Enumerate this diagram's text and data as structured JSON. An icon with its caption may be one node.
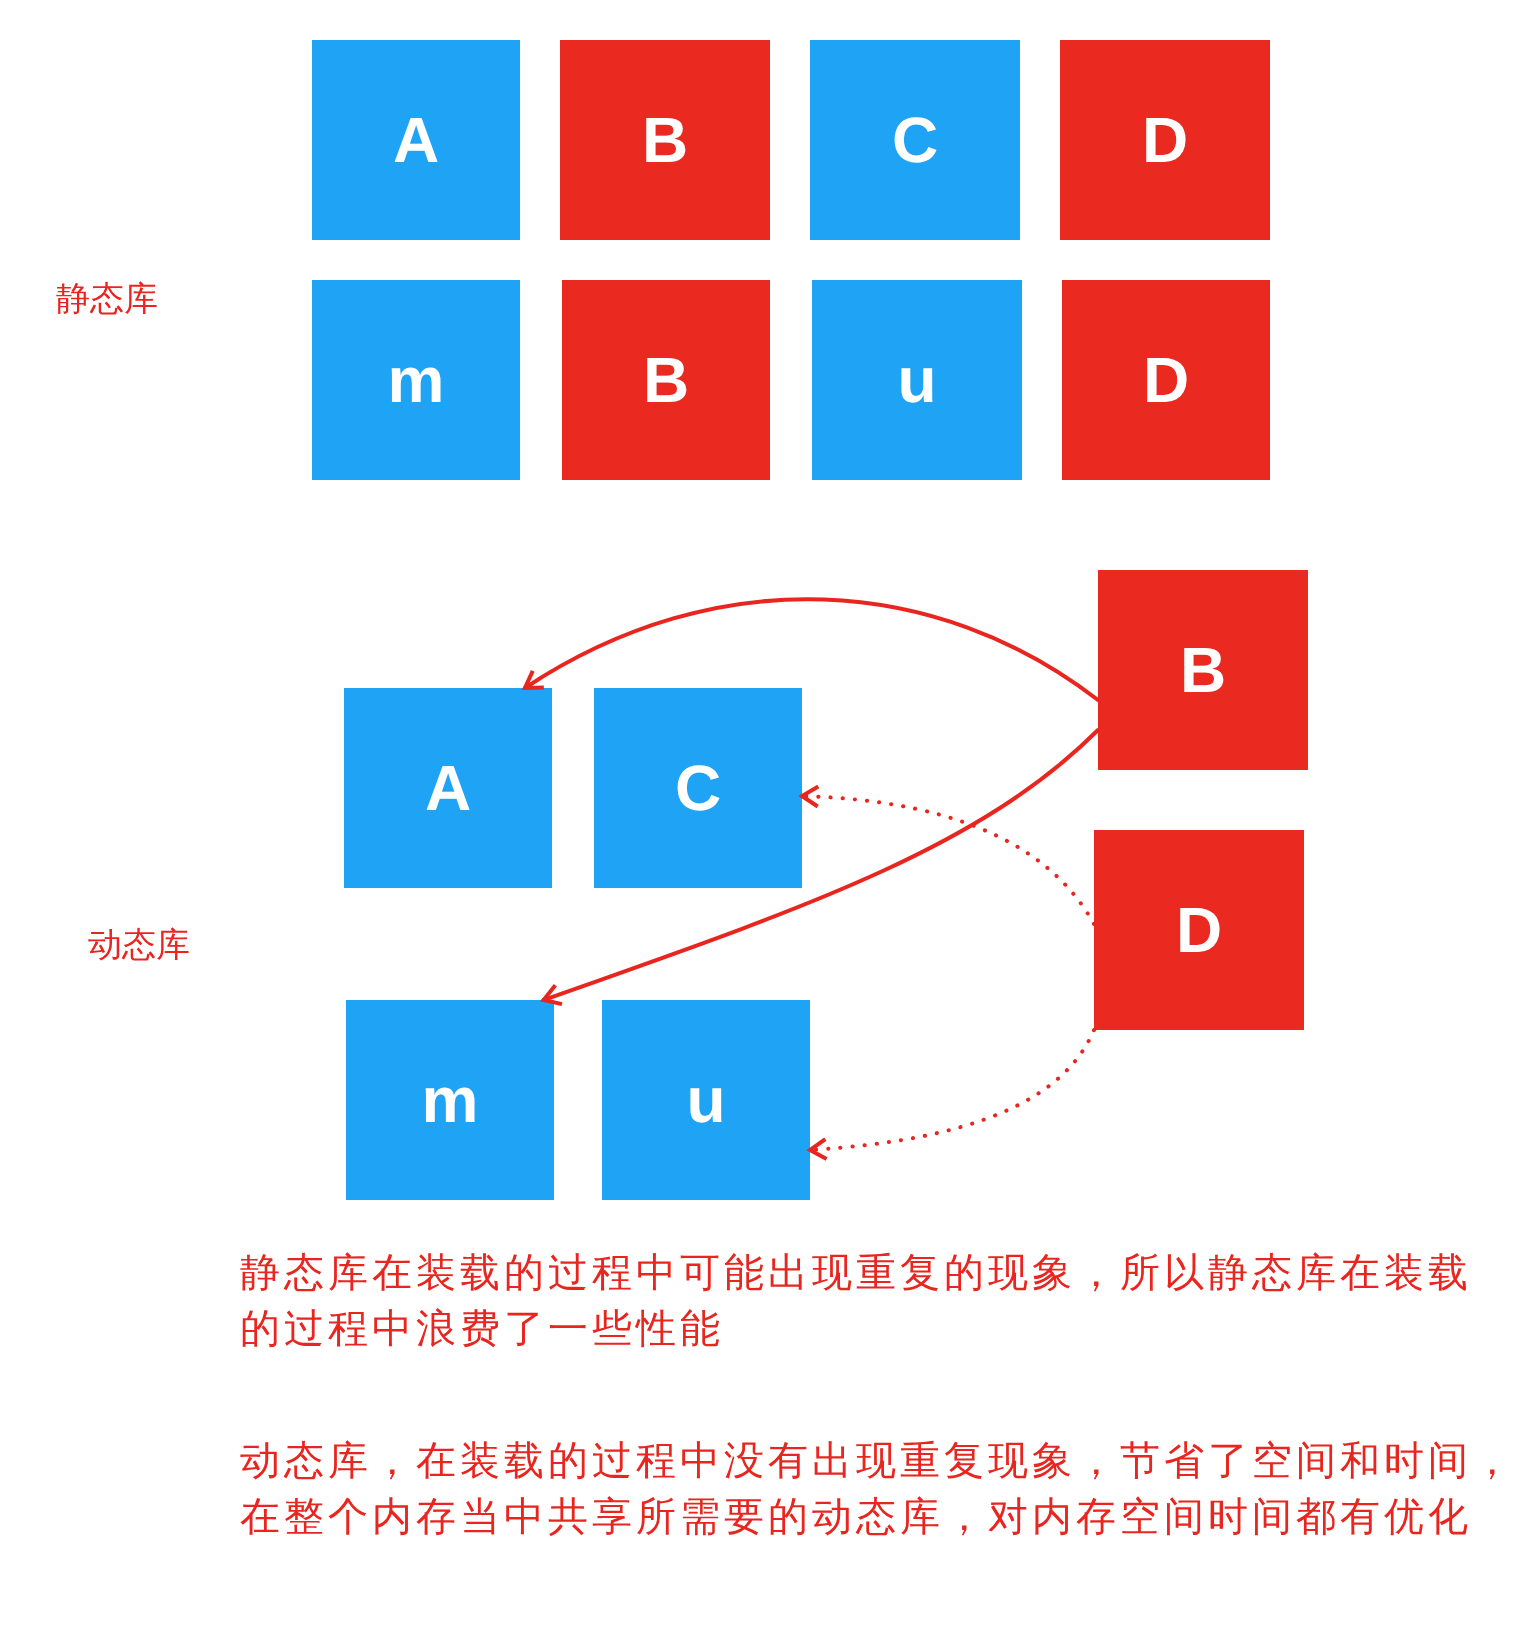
{
  "diagram": {
    "nodes": [
      {
        "text": [
          "A"
        ]
      },
      {
        "text": [
          "B"
        ]
      },
      {
        "text": [
          "C"
        ]
      },
      {
        "text": [
          "D"
        ]
      },
      {
        "text": [
          "m"
        ]
      },
      {
        "text": [
          "B"
        ]
      },
      {
        "text": [
          "u"
        ]
      },
      {
        "text": [
          "D"
        ]
      },
      {
        "text": [
          "A"
        ]
      },
      {
        "text": [
          "C"
        ]
      },
      {
        "text": [
          "m"
        ]
      },
      {
        "text": [
          "u"
        ]
      },
      {
        "text": [
          "B"
        ]
      },
      {
        "text": [
          "D"
        ]
      }
    ],
    "edges": [
      {
        "from": 12,
        "to": 8,
        "arrow": "to"
      },
      {
        "from": 12,
        "to": 10,
        "arrow": "to"
      },
      {
        "from": 13,
        "to": 9,
        "arrow": "to",
        "style": "dashed"
      },
      {
        "from": 13,
        "to": 11,
        "arrow": "to",
        "style": "dashed"
      }
    ],
    "labels": [
      "静态库",
      "动态库",
      "静态库在装载的过程中可能出现重复的现象，所以静态库在装载的过程中浪费了一些性能",
      "动态库，在装载的过程中没有出现重复现象，节省了空间和时间，在整个内存当中共享所需要的动态库，对内存空间时间都有优化"
    ]
  }
}
